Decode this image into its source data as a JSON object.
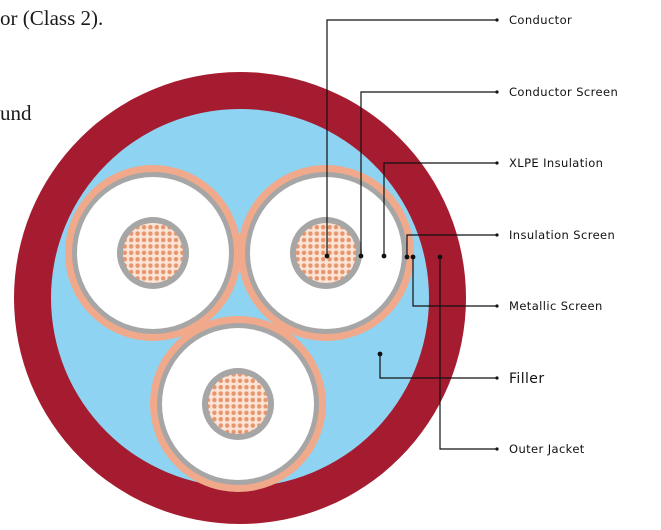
{
  "text_fragments": {
    "line1": "or (Class 2).",
    "line2": "und"
  },
  "labels": [
    {
      "id": "conductor",
      "text": "Conductor"
    },
    {
      "id": "conductor-screen",
      "text": "Conductor Screen"
    },
    {
      "id": "xlpe-insulation",
      "text": "XLPE Insulation"
    },
    {
      "id": "insulation-screen",
      "text": "Insulation Screen"
    },
    {
      "id": "metallic-screen",
      "text": "Metallic Screen"
    },
    {
      "id": "filler",
      "text": "Filler"
    },
    {
      "id": "outer-jacket",
      "text": "Outer Jacket"
    }
  ],
  "colors": {
    "outer_jacket": "#a51c30",
    "filler": "#8fd3f3",
    "metallic_screen": "#f0a98a",
    "insulation": "#ffffff",
    "screen_gray": "#a6a6a6",
    "conductor": "#e8956b",
    "leader": "#111111"
  }
}
